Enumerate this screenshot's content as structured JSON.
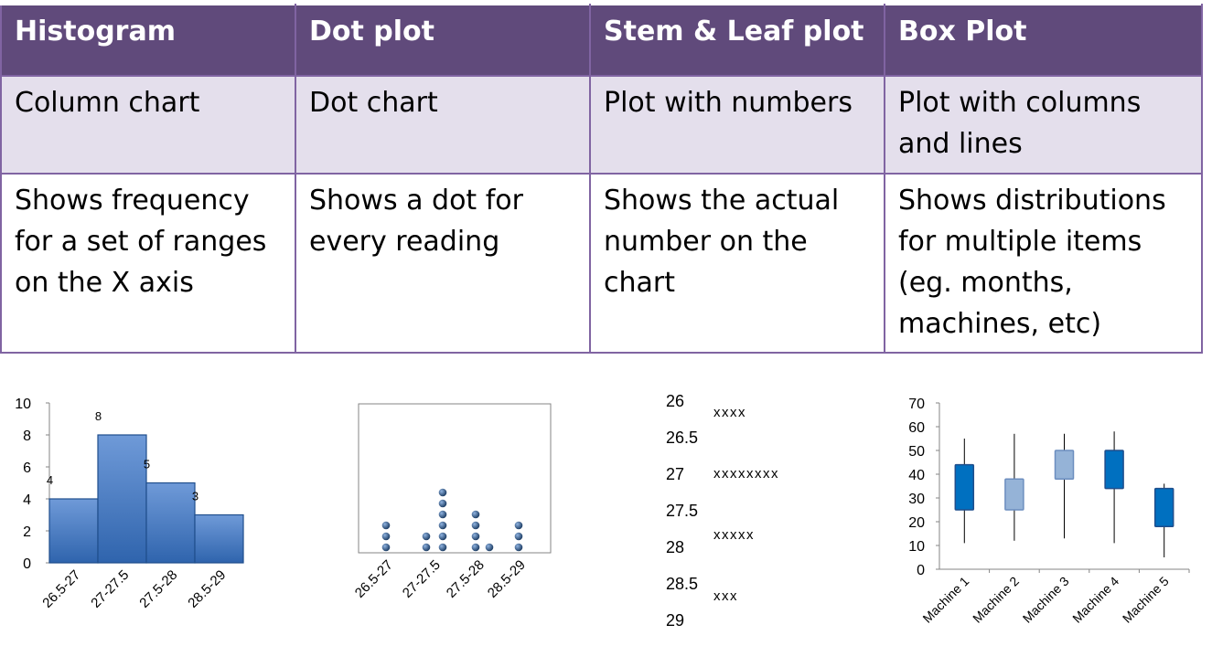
{
  "table": {
    "headers": [
      "Histogram",
      "Dot plot",
      "Stem & Leaf plot",
      "Box Plot"
    ],
    "row1": [
      "Column chart",
      "Dot chart",
      "Plot with numbers",
      "Plot with columns and lines"
    ],
    "row2": [
      "Shows frequency for a set of ranges on the X axis",
      "Shows a dot for every reading",
      "Shows the actual number on the chart",
      "Shows distributions for multiple items (eg. months, machines, etc)"
    ]
  },
  "colors": {
    "header_bg": "#604a7b",
    "row1_bg": "#e4dfec",
    "border": "#8064a2",
    "bar": "#4f81bd",
    "dot": "#1f497d",
    "box_dark": "#0070c0",
    "box_light": "#95b3d7"
  },
  "chart_data": [
    {
      "type": "bar",
      "categories": [
        "26.5-27",
        "27-27.5",
        "27.5-28",
        "28.5-29"
      ],
      "values": [
        4,
        8,
        5,
        3
      ],
      "ylim": [
        0,
        10
      ],
      "yticks": [
        "0",
        "2",
        "4",
        "6",
        "8",
        "10"
      ],
      "data_labels": [
        "4",
        "8",
        "5",
        "3"
      ],
      "grid": false
    },
    {
      "type": "scatter",
      "categories": [
        "26.5-27",
        "27-27.5",
        "27.5-28",
        "28.5-29"
      ],
      "dot_columns": [
        3,
        2,
        6,
        4,
        1,
        3
      ],
      "grid": false
    },
    {
      "type": "table",
      "stems": [
        "26",
        "26.5",
        "27",
        "27.5",
        "28",
        "28.5",
        "29"
      ],
      "leaves": [
        "xxxx",
        "xxxxxxxx",
        "xxxxx",
        "xxx"
      ]
    },
    {
      "type": "box",
      "categories": [
        "Machine 1",
        "Machine 2",
        "Machine 3",
        "Machine 4",
        "Machine 5"
      ],
      "ylim": [
        0,
        70
      ],
      "yticks": [
        "0",
        "10",
        "20",
        "30",
        "40",
        "50",
        "60",
        "70"
      ],
      "boxes": [
        {
          "min": 11,
          "q1": 25,
          "q3": 44,
          "max": 55,
          "shade": "dark"
        },
        {
          "min": 12,
          "q1": 25,
          "q3": 38,
          "max": 57,
          "shade": "light"
        },
        {
          "min": 13,
          "q1": 38,
          "q3": 50,
          "max": 57,
          "shade": "light"
        },
        {
          "min": 11,
          "q1": 34,
          "q3": 50,
          "max": 58,
          "shade": "dark"
        },
        {
          "min": 5,
          "q1": 18,
          "q3": 34,
          "max": 36,
          "shade": "dark"
        }
      ]
    }
  ]
}
